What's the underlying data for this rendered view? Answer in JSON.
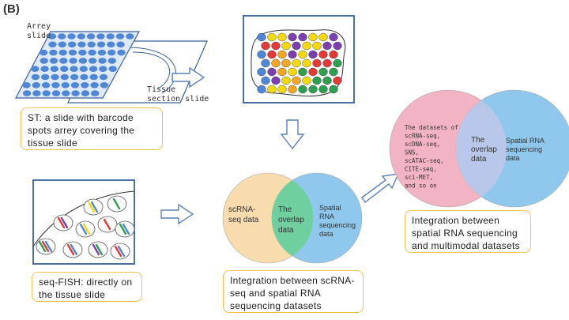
{
  "panel_label": "(B)",
  "st": {
    "array_label_line1": "Arrey",
    "array_label_line2": "slide",
    "tissue_label_line1": "Tissue",
    "tissue_label_line2": "section slide",
    "caption": "ST: a slide with barcode spots arrey covering the tissue slide"
  },
  "fish": {
    "caption": "seq-FISH: directly on the tissue slide"
  },
  "venn1": {
    "left_label_line1": "scRNA-",
    "left_label_line2": "seq data",
    "overlap_line1": "The",
    "overlap_line2": "overlap",
    "overlap_line3": "data",
    "right_label_line1": "Spatial",
    "right_label_line2": "RNA",
    "right_label_line3": "sequencing",
    "right_label_line4": "data",
    "caption": "Integration between scRNA-seq and spatial RNA sequencing datasets"
  },
  "venn2": {
    "left_lines": [
      "The datasets of",
      "scRNA-seq,",
      "scDNA-seq,",
      "SNS,",
      "scATAC-seq,",
      "CITE-seq,",
      "sci-MET,",
      "and so on"
    ],
    "overlap_line1": "The",
    "overlap_line2": "overlap",
    "overlap_line3": "data",
    "right_line1": "Spatial RNA",
    "right_line2": "sequencing",
    "right_line3": "data",
    "caption": "Integration between spatial RNA sequencing and multimodal datasets"
  },
  "colors": {
    "spot_blue": "#4f86d6",
    "frame_blue": "#3a5f9a",
    "arrow": "#5b7fb8",
    "box_border": "#f1c24d",
    "venn_orange": "#f8dcae",
    "venn_blue": "#8fc8ec",
    "venn_green": "#6fcf9e",
    "venn_pink": "#f2b3c4",
    "venn_lav": "#b9c7ea"
  }
}
